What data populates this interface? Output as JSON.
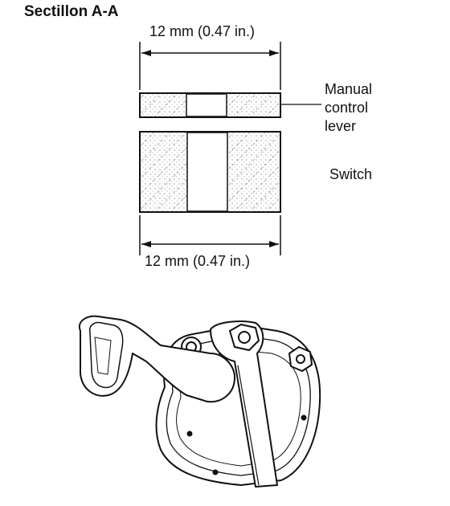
{
  "section_title": "Sectillon A-A",
  "dimension_top": "12 mm (0.47 in.)",
  "dimension_bottom": "12 mm (0.47 in.)",
  "label_lever": [
    "Manual",
    "control",
    "lever"
  ],
  "label_switch": "Switch"
}
